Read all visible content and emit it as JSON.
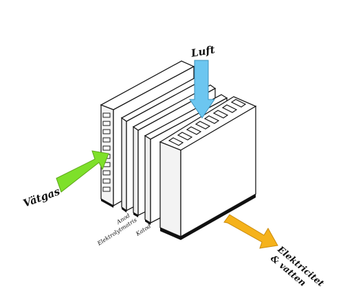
{
  "labels": {
    "hydrogen": "Vätgas",
    "air": "Luft",
    "anode": "Anod",
    "electrolyte": "Elektrolytmatris",
    "cathode": "Katod",
    "output_line1": "Elektricitet",
    "output_line2": "& vatten"
  },
  "colors": {
    "hydrogen_arrow": "#7ee02a",
    "air_arrow": "#6cc6f0",
    "output_arrow": "#f5b21b",
    "outline": "#1a1a1a",
    "plate_face": "#ffffff",
    "plate_side": "#f2f2f2"
  },
  "icons": {
    "hydrogen_arrow": "right-arrow",
    "air_arrow": "down-arrow",
    "output_arrow": "down-right-arrow"
  }
}
